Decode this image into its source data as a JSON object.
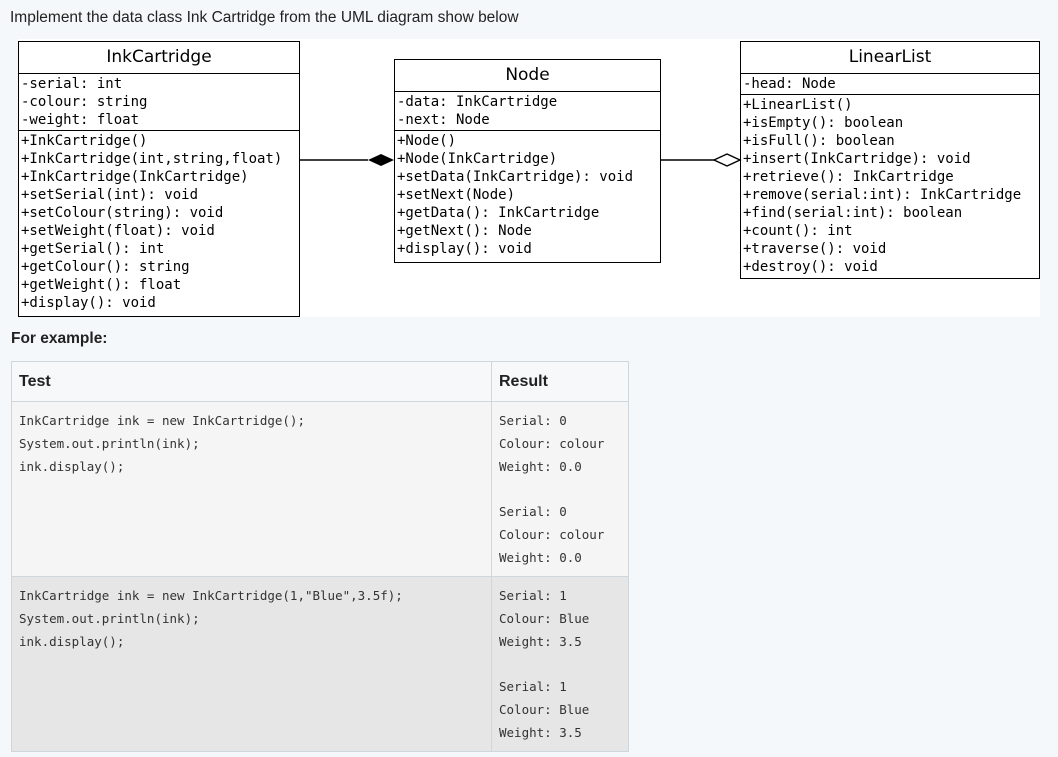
{
  "intro": "Implement the data class Ink Cartridge from the UML diagram show below",
  "uml": {
    "ink": {
      "name": "InkCartridge",
      "attributes": [
        "-serial: int",
        "-colour: string",
        "-weight: float"
      ],
      "methods": [
        "+InkCartridge()",
        "+InkCartridge(int,string,float)",
        "+InkCartridge(InkCartridge)",
        "+setSerial(int): void",
        "+setColour(string): void",
        "+setWeight(float): void",
        "+getSerial(): int",
        "+getColour(): string",
        "+getWeight(): float",
        "+display(): void"
      ]
    },
    "node": {
      "name": "Node",
      "attributes": [
        "-data: InkCartridge",
        "-next: Node"
      ],
      "methods": [
        "+Node()",
        "+Node(InkCartridge)",
        "+setData(InkCartridge): void",
        "+setNext(Node)",
        "+getData(): InkCartridge",
        "+getNext(): Node",
        "+display(): void"
      ]
    },
    "list": {
      "name": "LinearList",
      "attributes": [
        "-head: Node"
      ],
      "methods": [
        "+LinearList()",
        "+isEmpty(): boolean",
        "+isFull(): boolean",
        "+insert(InkCartridge): void",
        "+retrieve(): InkCartridge",
        "+remove(serial:int): InkCartridge",
        "+find(serial:int): boolean",
        "+count(): int",
        "+traverse(): void",
        "+destroy(): void"
      ]
    }
  },
  "example_label": "For example:",
  "table": {
    "headers": {
      "test": "Test",
      "result": "Result"
    },
    "rows": [
      {
        "test": [
          "InkCartridge ink = new InkCartridge();",
          "System.out.println(ink);",
          "ink.display();"
        ],
        "result": [
          "Serial: 0",
          "Colour: colour",
          "Weight: 0.0",
          "",
          "Serial: 0",
          "Colour: colour",
          "Weight: 0.0"
        ]
      },
      {
        "test": [
          "InkCartridge ink = new InkCartridge(1,\"Blue\",3.5f);",
          "System.out.println(ink);",
          "ink.display();"
        ],
        "result": [
          "Serial: 1",
          "Colour: Blue",
          "Weight: 3.5",
          "",
          "Serial: 1",
          "Colour: Blue",
          "Weight: 3.5"
        ]
      }
    ]
  }
}
